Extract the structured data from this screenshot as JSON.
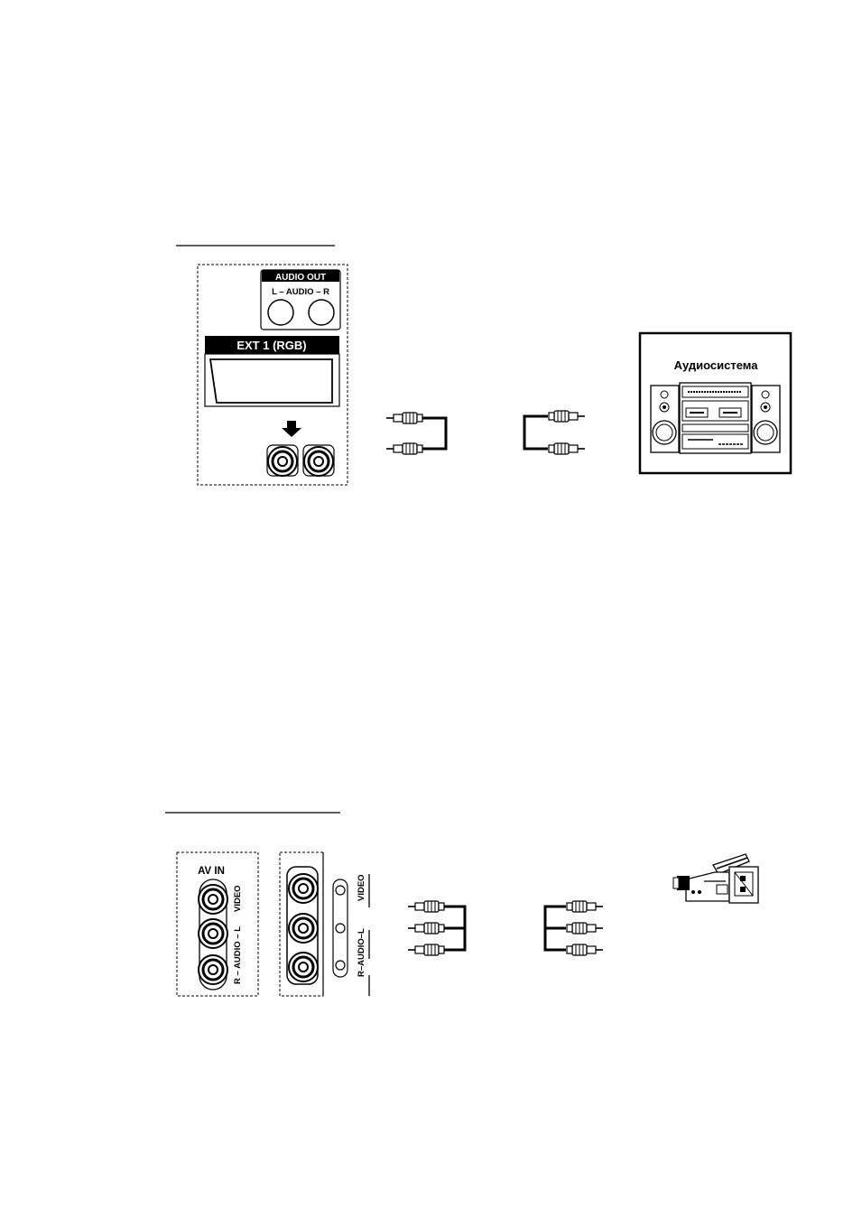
{
  "top_panel": {
    "audio_out_label": "AUDIO OUT",
    "audio_lr_label": "L – AUDIO – R",
    "ext1_label": "EXT 1 (RGB)"
  },
  "audio_system": {
    "label": "Аудиосистема"
  },
  "bottom_panel": {
    "av_in_label": "AV IN",
    "video_label": "VIDEO",
    "audio_label": "R – AUDIO – L",
    "camcorder_video_label": "VIDEO",
    "camcorder_audio_label": "R–AUDIO–L"
  },
  "icons": {
    "down_arrow": "down-arrow-icon",
    "rca_plug": "rca-plug-icon",
    "stereo_system": "stereo-system-icon",
    "camcorder": "camcorder-icon"
  }
}
